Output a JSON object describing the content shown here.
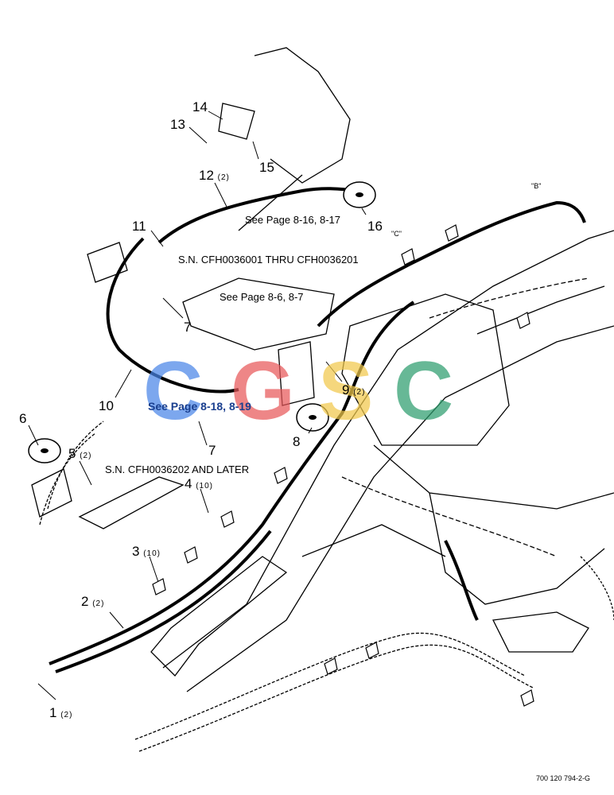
{
  "callouts": [
    {
      "id": "1",
      "qty": "(2)"
    },
    {
      "id": "2",
      "qty": "(2)"
    },
    {
      "id": "3",
      "qty": "(10)"
    },
    {
      "id": "4",
      "qty": "(10)"
    },
    {
      "id": "5",
      "qty": "(2)"
    },
    {
      "id": "6"
    },
    {
      "id": "7"
    },
    {
      "id": "7"
    },
    {
      "id": "8"
    },
    {
      "id": "9",
      "qty": "(2)"
    },
    {
      "id": "10"
    },
    {
      "id": "11"
    },
    {
      "id": "12",
      "qty": "(2)"
    },
    {
      "id": "13"
    },
    {
      "id": "14"
    },
    {
      "id": "15"
    },
    {
      "id": "16"
    }
  ],
  "notes": {
    "see_816": "See Page 8-16, 8-17",
    "sn_early": "S.N. CFH0036001 THRU CFH0036201",
    "see_86": "See Page 8-6, 8-7",
    "see_818": "See Page 8-18, 8-19",
    "sn_late": "S.N. CFH0036202 AND LATER"
  },
  "view_marks": {
    "b": "\"B\"",
    "c": "\"C\""
  },
  "figure_code": "700 120 794-2-G",
  "watermark": {
    "letters": [
      "C",
      "G",
      "S",
      "C"
    ],
    "colors": [
      "#4a86e8",
      "#e8585a",
      "#f2c94c",
      "#2e9e6e"
    ]
  }
}
